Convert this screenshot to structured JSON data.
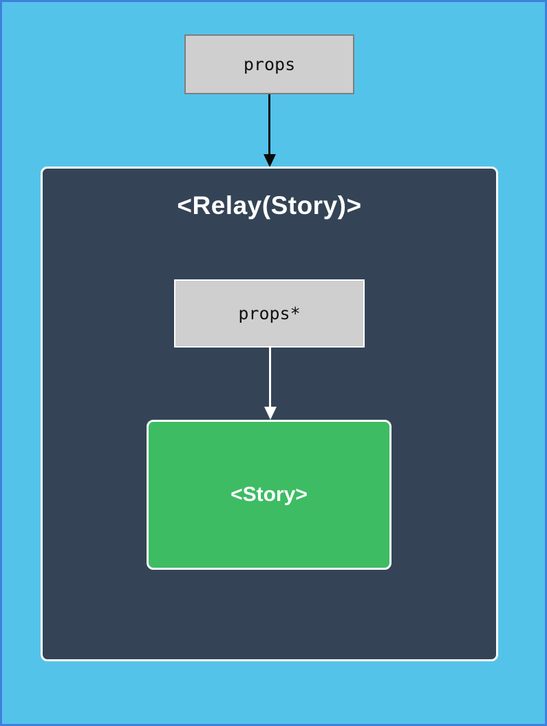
{
  "diagram": {
    "type": "component-data-flow",
    "background_color": "#54c3ea",
    "page_border_color": "#3f80dc",
    "outer_props_box": {
      "label": "props",
      "fill": "#cfcfcf",
      "border_color": "#7e7e7e",
      "text_color": "#111111"
    },
    "arrow_outer": {
      "name": "props-to-relay-arrow",
      "color": "#0b0b0b",
      "direction": "down"
    },
    "relay_container": {
      "title": "<Relay(Story)>",
      "fill": "#344456",
      "border_color": "#ffffff",
      "title_color": "#ffffff"
    },
    "inner_props_box": {
      "label": "props*",
      "fill": "#cfcfcf",
      "border_color": "#ffffff",
      "text_color": "#111111"
    },
    "arrow_inner": {
      "name": "props-star-to-story-arrow",
      "color": "#ffffff",
      "direction": "down"
    },
    "story_box": {
      "label": "<Story>",
      "fill": "#3dbc63",
      "border_color": "#ffffff",
      "text_color": "#ffffff"
    }
  }
}
